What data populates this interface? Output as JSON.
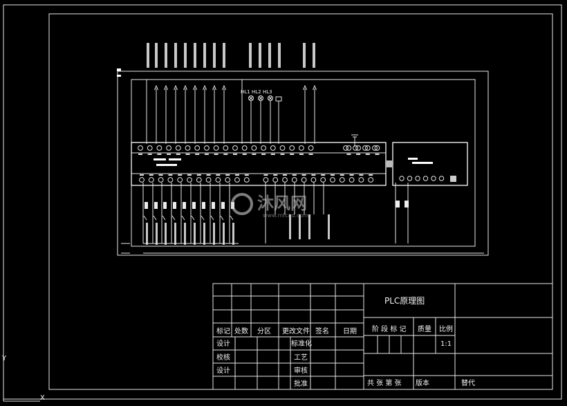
{
  "drawing": {
    "title": "PLC原理图",
    "hl_labels": [
      "HL1",
      "HL2",
      "HL3"
    ],
    "title_block": {
      "row_headers": [
        "标记",
        "处数",
        "分区",
        "更改文件",
        "签名",
        "日期"
      ],
      "sign_left": [
        "设计",
        "校核",
        "设计"
      ],
      "sign_mid": [
        "标准化",
        "工艺",
        "审核",
        "批准"
      ],
      "stage_labels": [
        "阶 段 标 记",
        "质量",
        "比例"
      ],
      "scale": "1:1",
      "bottom_labels": [
        "共 张 第 张",
        "版本",
        "替代"
      ]
    },
    "watermark": {
      "brand": "沐风网",
      "url": "www.mfcad.com"
    },
    "axis": {
      "y": "Y",
      "x": "X"
    }
  }
}
